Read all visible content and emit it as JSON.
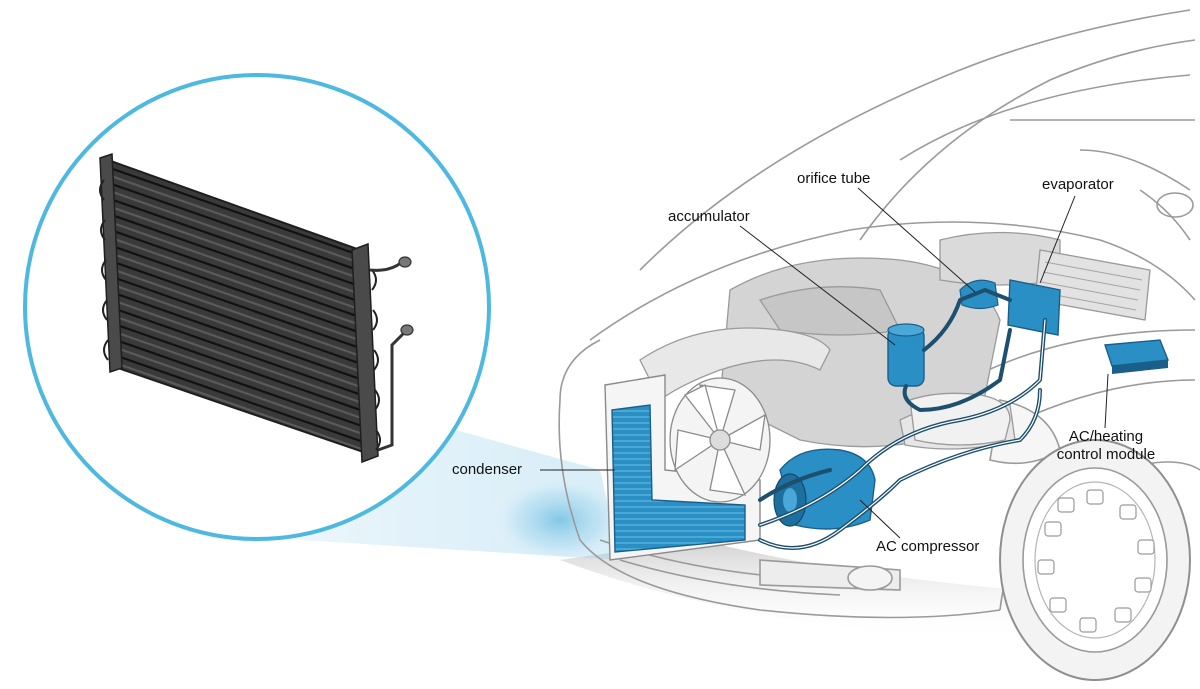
{
  "labels": {
    "orifice_tube": "orifice tube",
    "evaporator": "evaporator",
    "accumulator": "accumulator",
    "condenser": "condenser",
    "control_module_line1": "AC/heating",
    "control_module_line2": "control module",
    "ac_compressor": "AC compressor"
  },
  "colors": {
    "ac_component": "#2a8fc4",
    "ac_component_dark": "#1a5f8a",
    "refrigerant_line": "#1d4f6e",
    "magnifier_ring": "#4db8e0",
    "car_outline": "#9a9a9a",
    "engine_fill": "#cfcfcf",
    "condenser_closeup": "#2b2b2b"
  }
}
